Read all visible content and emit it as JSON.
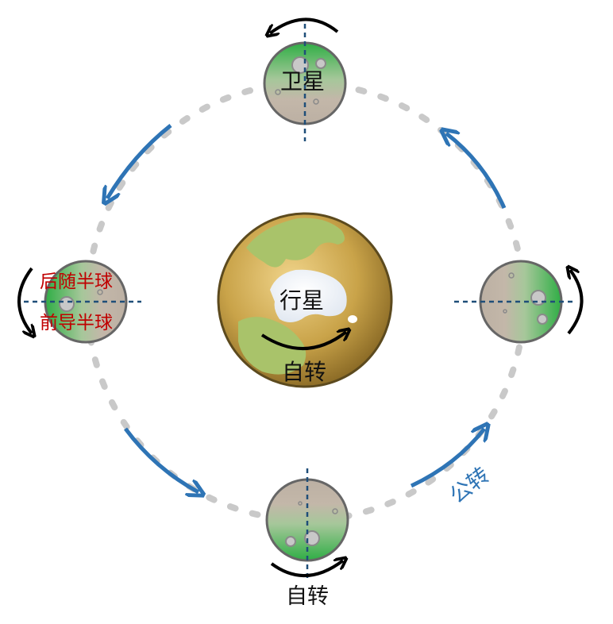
{
  "planet": {
    "label": "行星",
    "rotation_label": "自转"
  },
  "satellite": {
    "label": "卫星",
    "trailing_hemisphere": "后随半球",
    "leading_hemisphere": "前导半球",
    "rotation_label": "自转"
  },
  "orbit": {
    "revolution_label": "公转"
  },
  "colors": {
    "orbit": "#c9c9c9",
    "orbit_arrow": "#2e74b5",
    "rotation_arrow": "#000000",
    "hemisphere_text": "#c00000",
    "axis_line": "#1f4e79",
    "planet_brown": "#9a7a2c",
    "land_green": "#a9c36a",
    "moon_green": "#2eaa45",
    "moon_gray": "#b9ada1"
  }
}
